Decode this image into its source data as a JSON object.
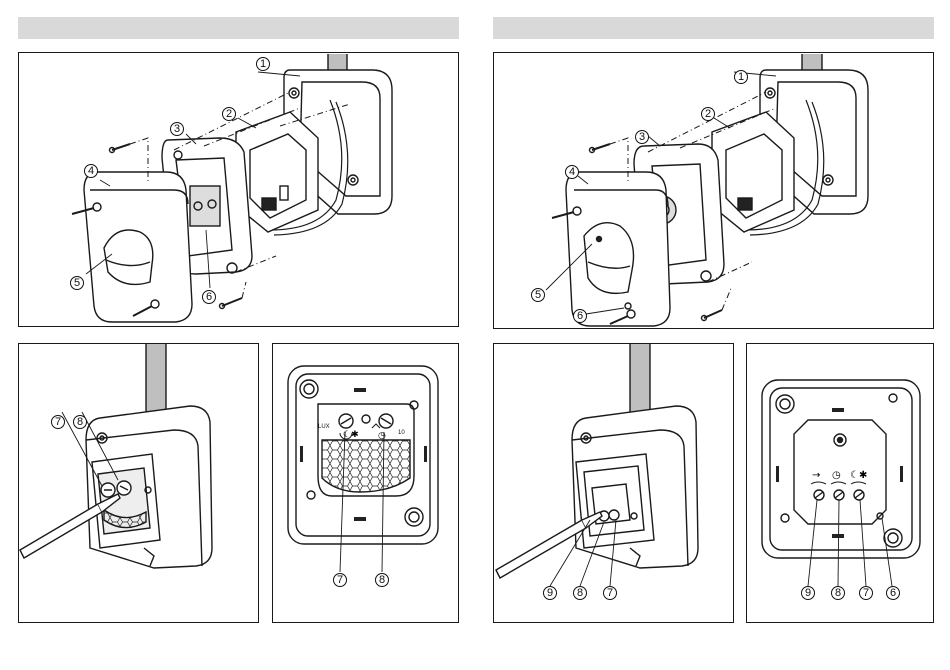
{
  "callouts": {
    "c1": "1",
    "c2": "2",
    "c3": "3",
    "c4": "4",
    "c5": "5",
    "c6": "6",
    "c7": "7",
    "c8": "8",
    "c9": "9"
  },
  "dial_text": {
    "lux": "LUX",
    "time": "10"
  },
  "colors": {
    "header_bar": "#d9d9d9",
    "line": "#1a1a1a",
    "metal": "#bfbfbf"
  }
}
